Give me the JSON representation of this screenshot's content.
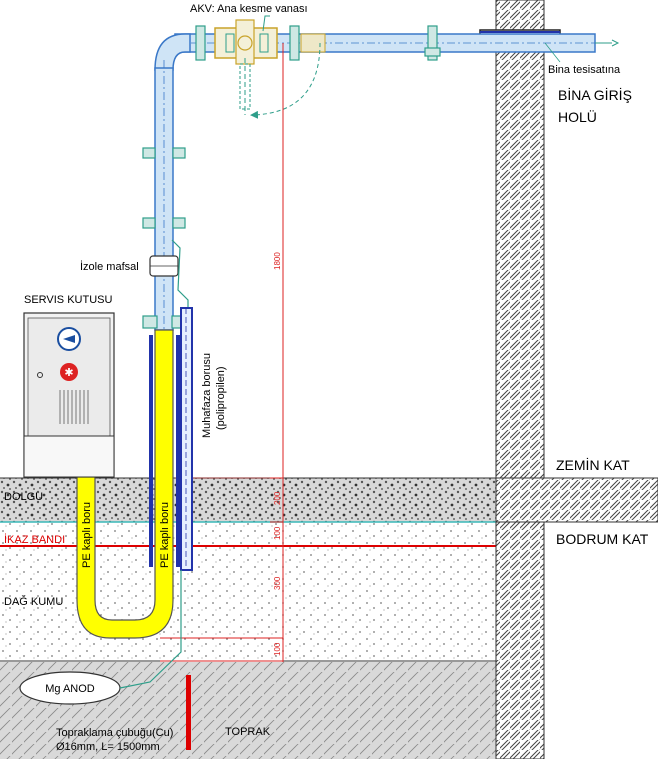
{
  "labels": {
    "akv": "AKV: Ana kesme vanası",
    "bina_tesisatina": "Bina tesisatına",
    "bina_giris": "BİNA GİRİŞ",
    "holu": "HOLÜ",
    "izole_mafsal": "İzole mafsal",
    "servis_kutusu": "SERVIS KUTUSU",
    "muhafaza_borusu": "Muhafaza borusu",
    "polipropilen": "(polipropilen)",
    "zemin_kat": "ZEMİN KAT",
    "bodrum_kat": "BODRUM KAT",
    "dolgu": "DOLGU",
    "ikaz_bandi": "İKAZ BANDI",
    "pe_kapli_boru": "PE kaplı boru",
    "dag_kumu": "DAĞ KUMU",
    "mg_anod": "Mg ANOD",
    "topraklama_1": "Topraklama çubuğu(Cu)",
    "topraklama_2": "Ø16mm, L= 1500mm",
    "toprak": "TOPRAK"
  },
  "dimensions": {
    "d1800": "1800",
    "d200": "200",
    "d100a": "100",
    "d300": "300",
    "d100b": "100"
  },
  "colors": {
    "pipe": "#3a78c8",
    "pipe_fill": "#cfe4f6",
    "pe_yellow": "#ffff00",
    "sleeve": "#2233aa",
    "fitting": "#2e9e8a",
    "warning_tape": "#dd0000",
    "dimension_red": "#dd2222",
    "earthing_rod": "#dd0000",
    "soil": "#dcdcdc"
  }
}
